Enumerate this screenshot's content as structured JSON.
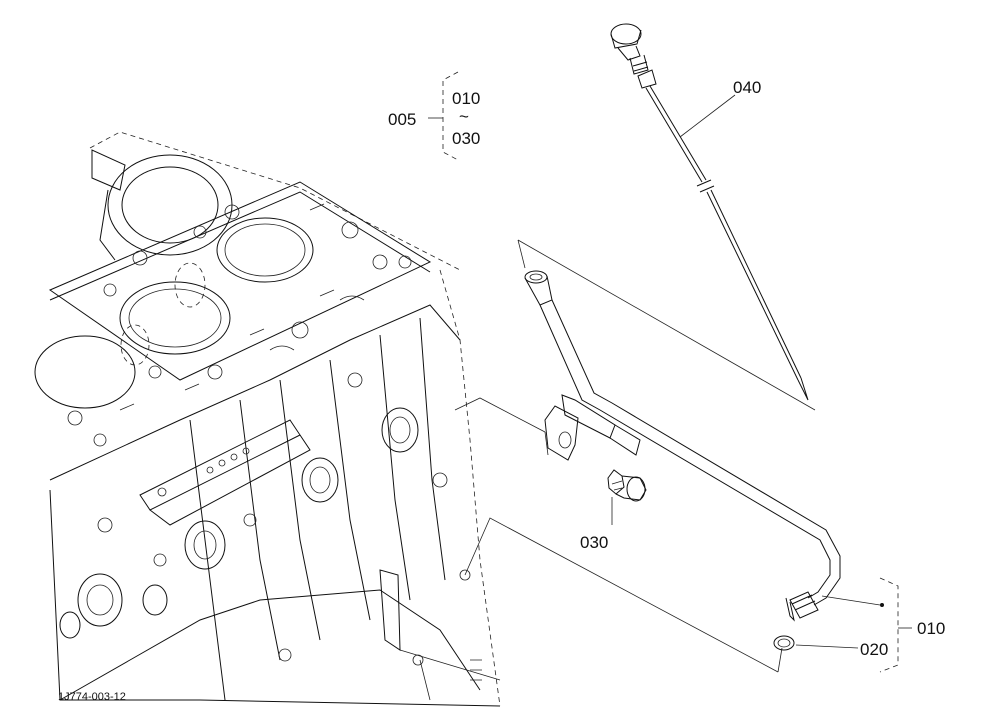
{
  "drawing_code": "1J774-003-12",
  "callouts": {
    "assembly": "005",
    "range_start": "010",
    "range_tilde": "~",
    "range_end": "030",
    "dipstick": "040",
    "bolt": "030",
    "guide": "010",
    "o_ring": "020"
  }
}
